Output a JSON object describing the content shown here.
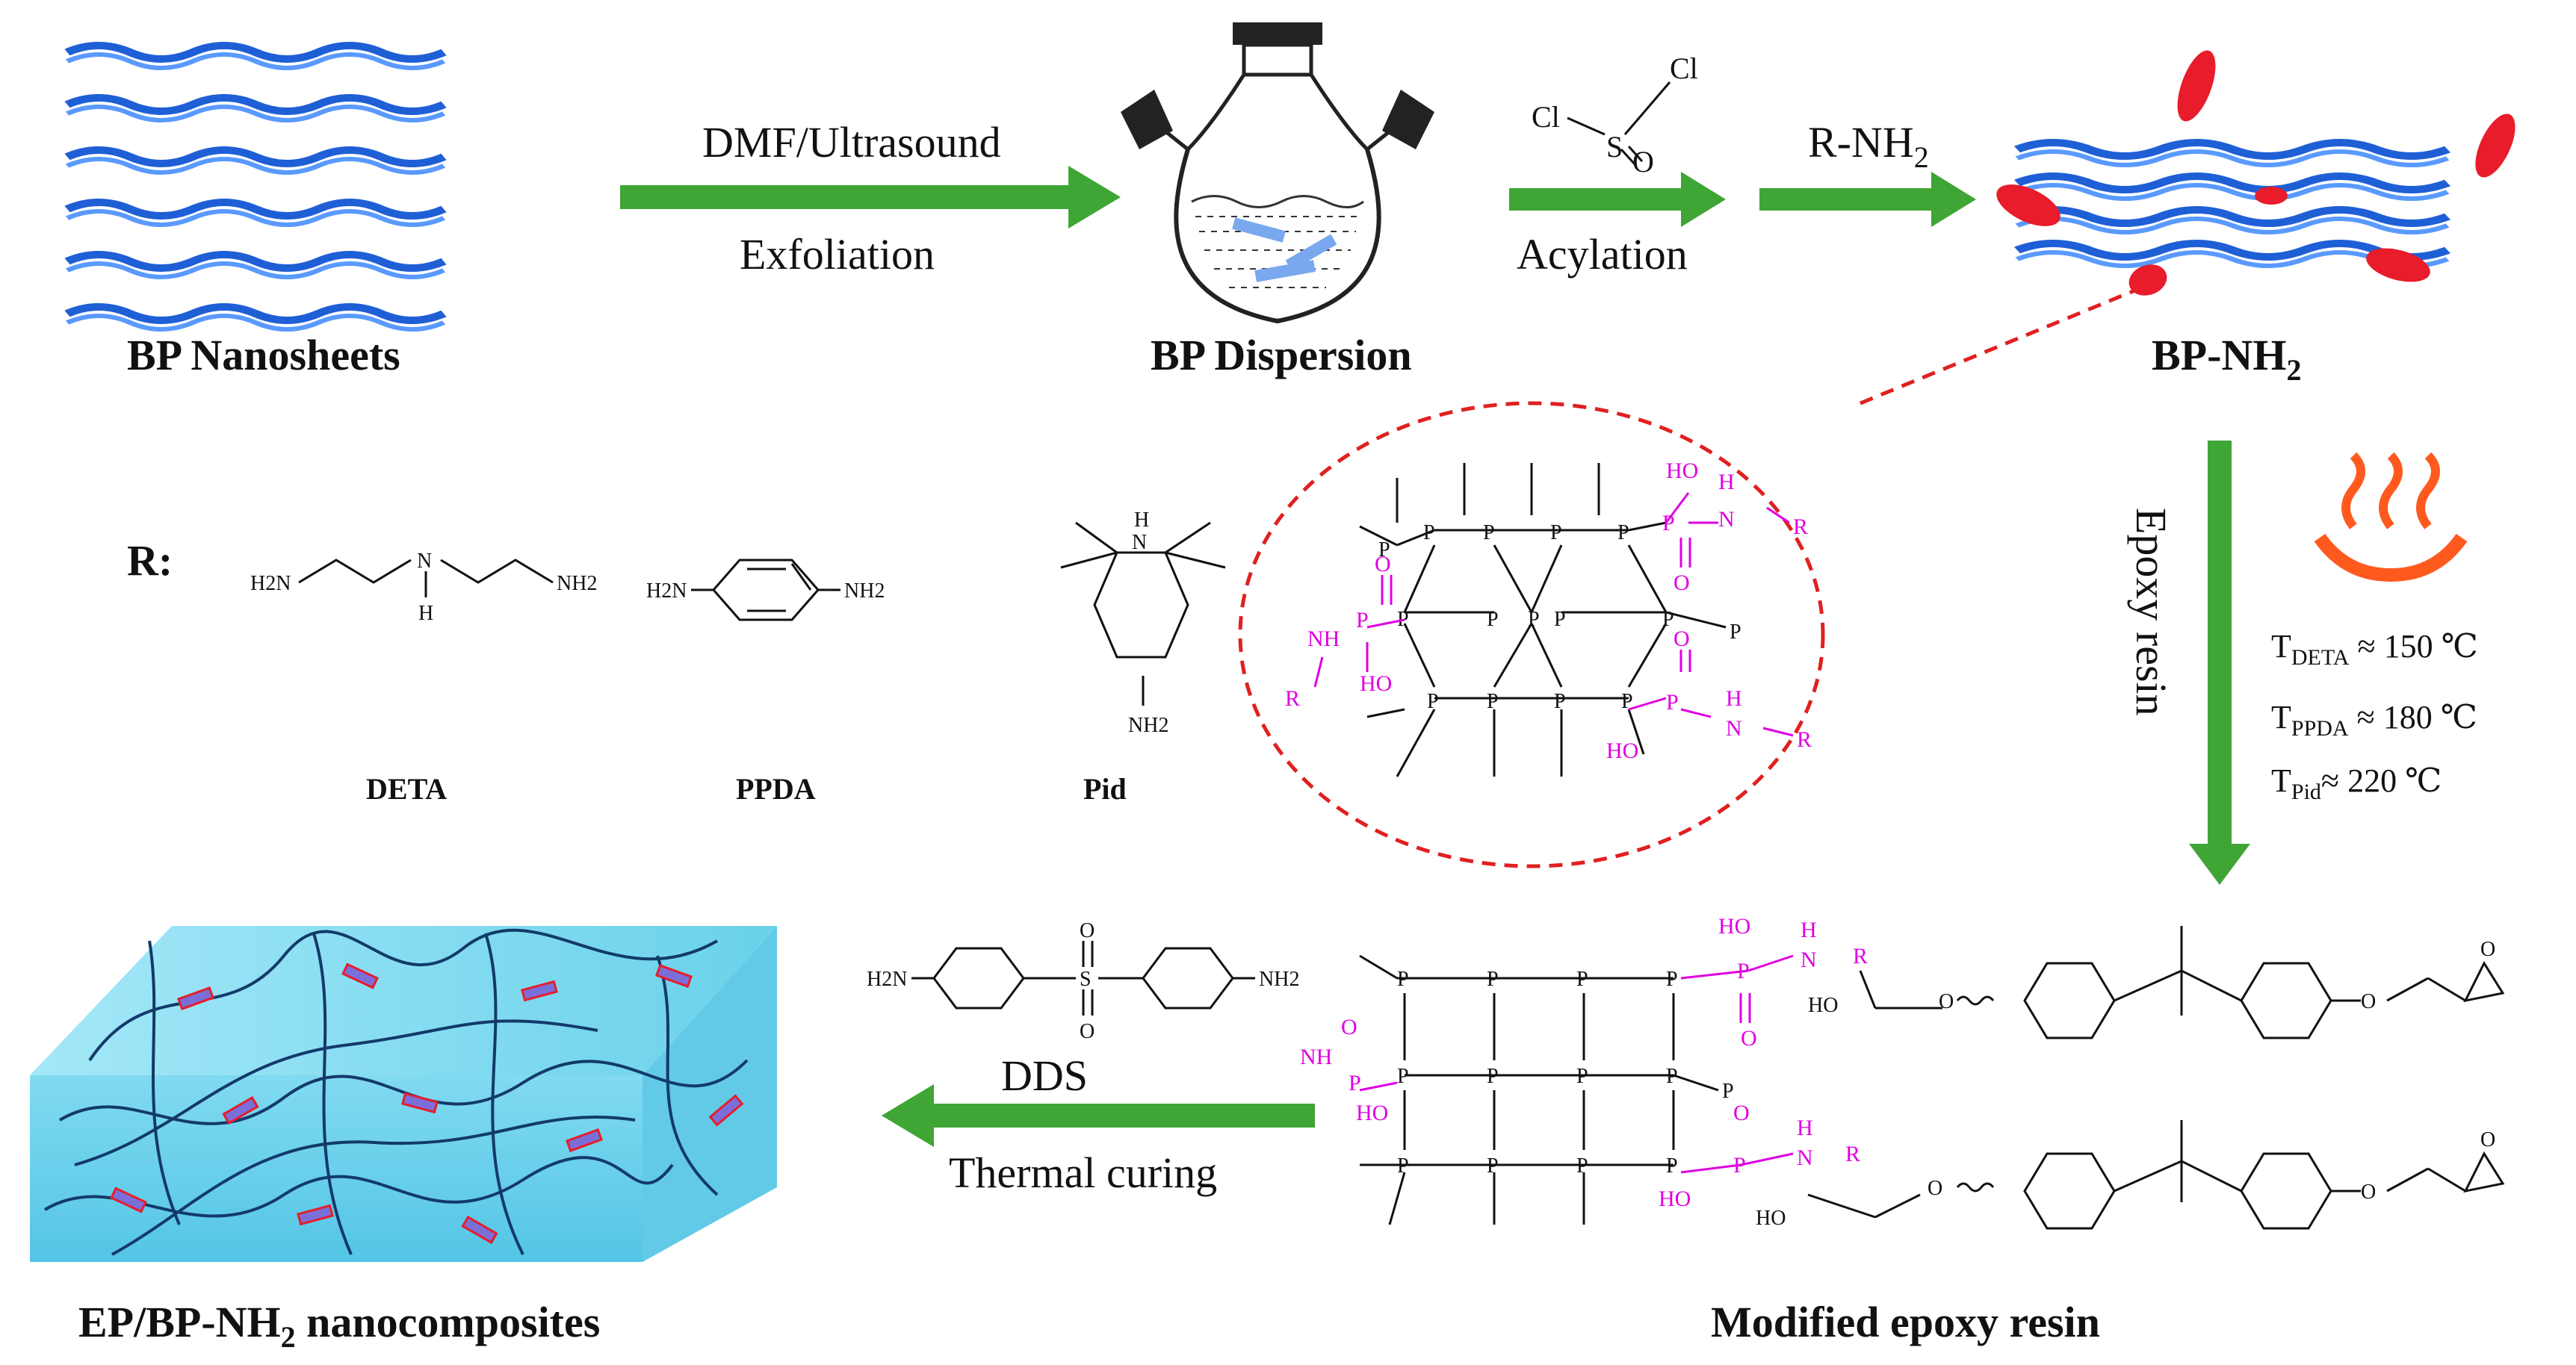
{
  "labels": {
    "bp_nanosheets": "BP Nanosheets",
    "bp_dispersion": "BP Dispersion",
    "bp_nh2": "BP-NH",
    "bp_nh2_sub": "2",
    "composites_pre": "EP/BP-NH",
    "composites_sub": "2",
    "composites_post": " nanocomposites",
    "modified_resin": "Modified epoxy resin"
  },
  "arrows": {
    "exfoliation_top": "DMF/Ultrasound",
    "exfoliation_bottom": "Exfoliation",
    "acylation_bottom": "Acylation",
    "amination_top": "R-NH",
    "amination_sub": "2",
    "epoxy_resin": "Epoxy resin",
    "curing_top": "DDS",
    "curing_bottom": "Thermal curing"
  },
  "reagent": {
    "cl1": "Cl",
    "cl2": "Cl",
    "s": "S",
    "o": "O"
  },
  "r_group": {
    "label": "R:",
    "amines": [
      {
        "name": "DETA"
      },
      {
        "name": "PPDA"
      },
      {
        "name": "Pid"
      }
    ]
  },
  "temperatures": [
    {
      "pre": "T",
      "sub": "DETA",
      "value": " ≈ 150 ℃"
    },
    {
      "pre": "T",
      "sub": "PPDA",
      "value": " ≈ 180 ℃"
    },
    {
      "pre": "T",
      "sub": "Pid",
      "value": "≈ 220 ℃"
    }
  ],
  "chem": {
    "p": "P",
    "ho": "HO",
    "h": "H",
    "n": "N",
    "r": "R",
    "o": "O",
    "nh": "NH",
    "h2n": "H2N",
    "nh2": "NH2"
  },
  "colors": {
    "arrow_green": "#3fa535",
    "phosphorene_blue": "#2a6fd8",
    "red_group": "#e81c2a",
    "magenta": "#e000e0",
    "dashed_red": "#e02020",
    "composite_cyan": "#6fd4ee"
  }
}
